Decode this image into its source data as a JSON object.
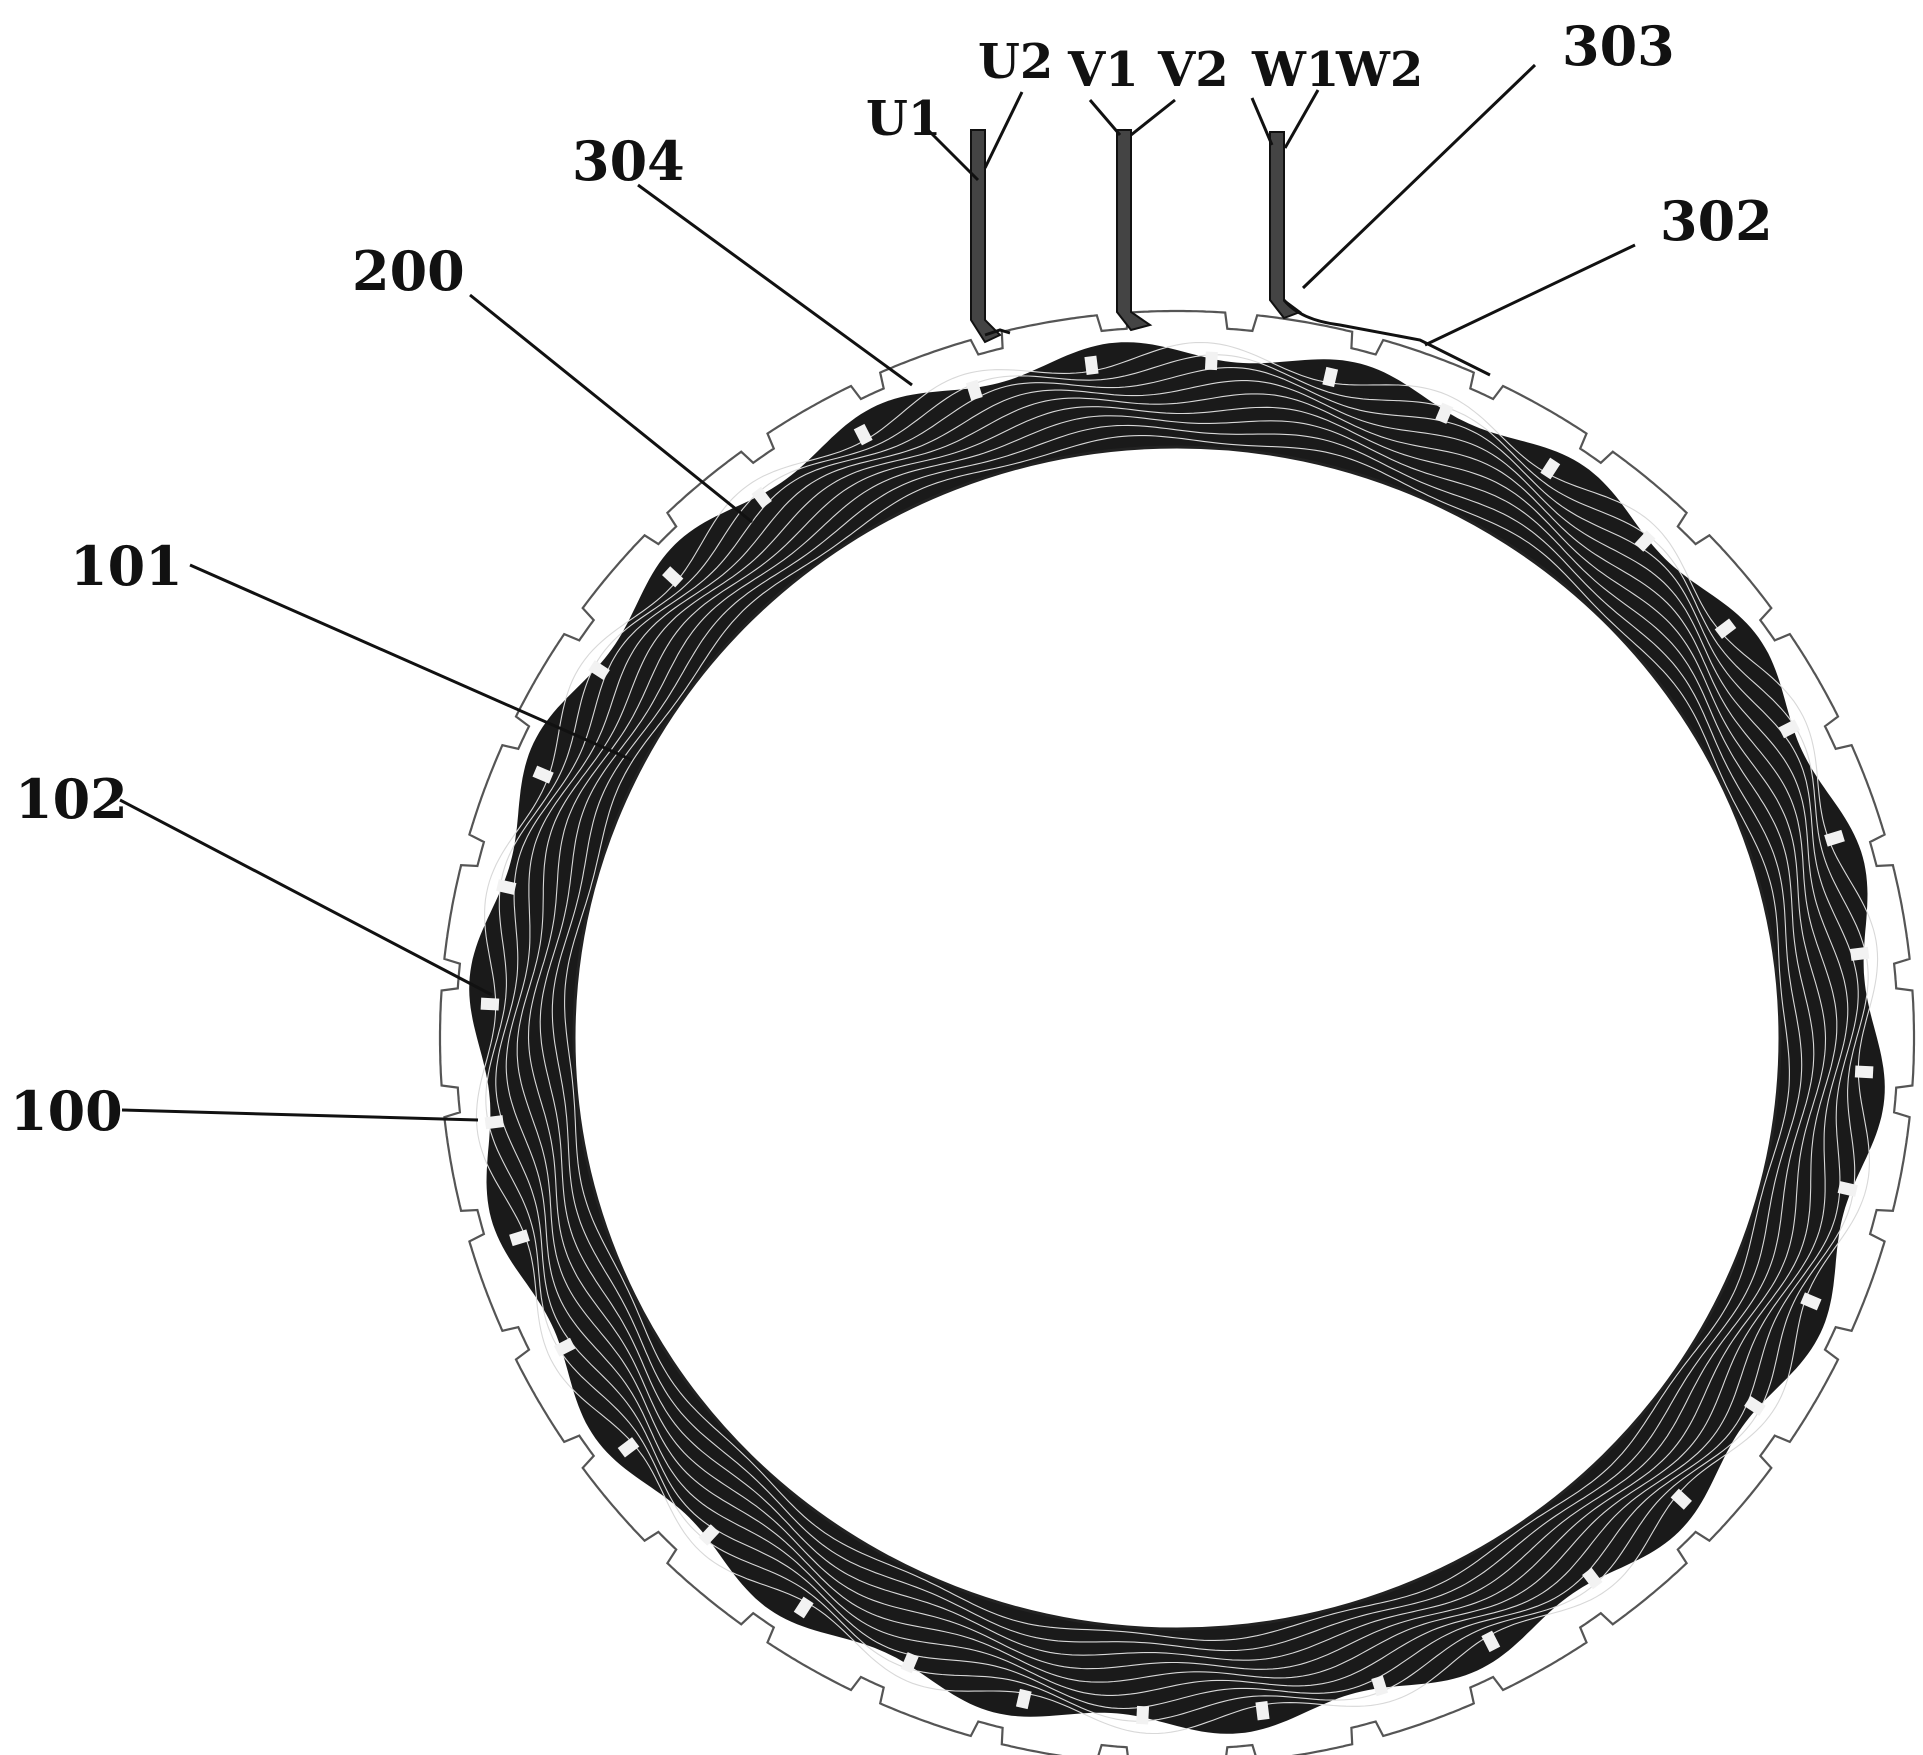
{
  "figure": {
    "reference_labels": [
      {
        "id": "100",
        "text": "100"
      },
      {
        "id": "101",
        "text": "101"
      },
      {
        "id": "102",
        "text": "102"
      },
      {
        "id": "200",
        "text": "200"
      },
      {
        "id": "302",
        "text": "302"
      },
      {
        "id": "303",
        "text": "303"
      },
      {
        "id": "304",
        "text": "304"
      }
    ],
    "terminal_labels": [
      {
        "id": "U1",
        "text": "U1"
      },
      {
        "id": "U2",
        "text": "U2"
      },
      {
        "id": "V1",
        "text": "V1"
      },
      {
        "id": "V2",
        "text": "V2"
      },
      {
        "id": "W1",
        "text": "W1"
      },
      {
        "id": "W2",
        "text": "W2"
      }
    ],
    "colors": {
      "ink": "#111111",
      "housing": "#555555",
      "background": "#ffffff"
    }
  }
}
